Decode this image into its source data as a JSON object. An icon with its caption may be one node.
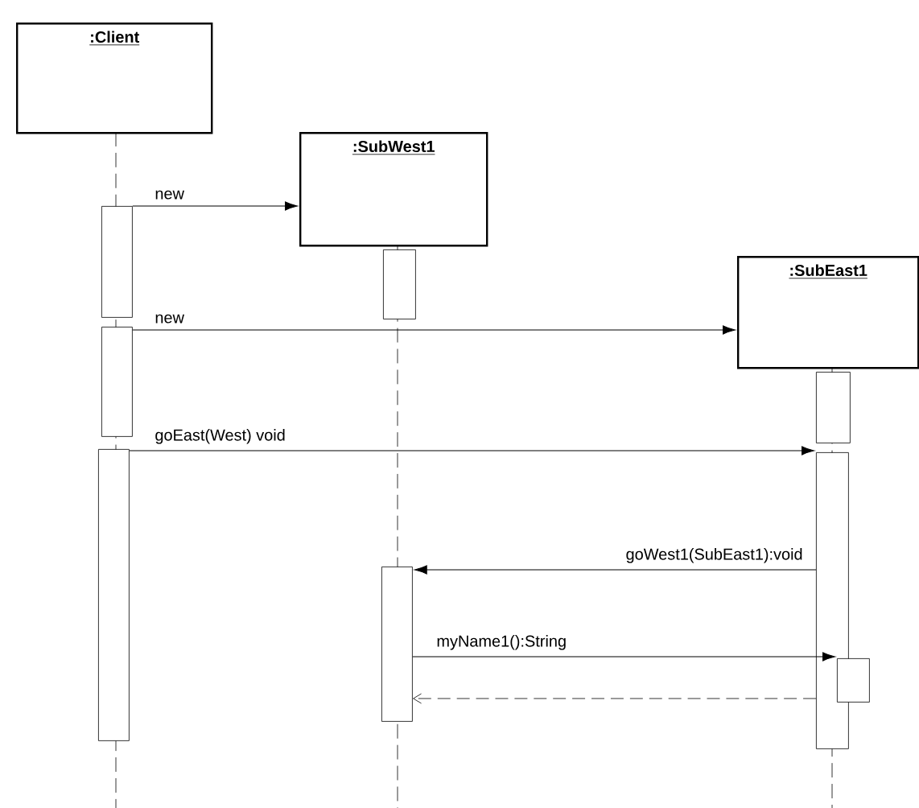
{
  "diagram": {
    "nodes": [
      {
        "text": [
          ":Client"
        ]
      },
      {
        "text": [
          ":SubWest1"
        ]
      },
      {
        "text": [
          ":SubEast1"
        ]
      },
      {
        "text": [],
        "shape": "bar"
      },
      {
        "text": [],
        "shape": "bar"
      },
      {
        "text": [],
        "shape": "bar"
      },
      {
        "text": [],
        "shape": "bar"
      },
      {
        "text": [],
        "shape": "bar"
      },
      {
        "text": [],
        "shape": "bar"
      },
      {
        "text": [],
        "shape": "bar"
      },
      {
        "text": [],
        "shape": "bar"
      }
    ],
    "edges": [
      {
        "from": 3,
        "to": 1,
        "arrow": "to",
        "label": "new"
      },
      {
        "from": 4,
        "to": 2,
        "arrow": "to",
        "label": "new"
      },
      {
        "from": 5,
        "to": 9,
        "arrow": "to",
        "label": "goEast(West) void"
      },
      {
        "from": 9,
        "to": 7,
        "arrow": "to",
        "label": "goWest1(SubEast1):void"
      },
      {
        "from": 7,
        "to": 10,
        "arrow": "to",
        "label": "myName1():String"
      },
      {
        "from": 9,
        "to": 7,
        "arrow": "to",
        "style": "dashed"
      }
    ]
  }
}
